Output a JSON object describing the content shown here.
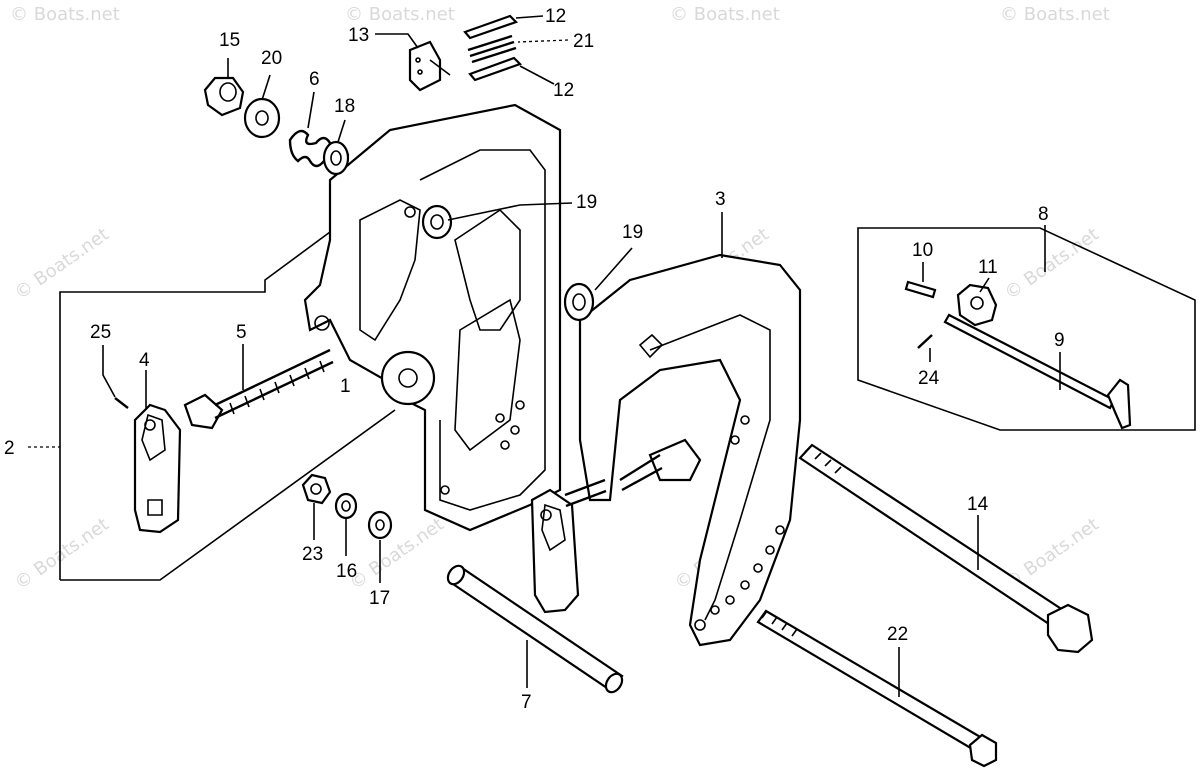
{
  "watermark": "© Boats.net",
  "callouts": [
    {
      "id": "15",
      "label": "15"
    },
    {
      "id": "20",
      "label": "20"
    },
    {
      "id": "6",
      "label": "6"
    },
    {
      "id": "18",
      "label": "18"
    },
    {
      "id": "13",
      "label": "13"
    },
    {
      "id": "12a",
      "label": "12"
    },
    {
      "id": "21",
      "label": "21"
    },
    {
      "id": "12b",
      "label": "12"
    },
    {
      "id": "19a",
      "label": "19"
    },
    {
      "id": "19b",
      "label": "19"
    },
    {
      "id": "3",
      "label": "3"
    },
    {
      "id": "8",
      "label": "8"
    },
    {
      "id": "10",
      "label": "10"
    },
    {
      "id": "11",
      "label": "11"
    },
    {
      "id": "9",
      "label": "9"
    },
    {
      "id": "24",
      "label": "24"
    },
    {
      "id": "25",
      "label": "25"
    },
    {
      "id": "4",
      "label": "4"
    },
    {
      "id": "5",
      "label": "5"
    },
    {
      "id": "1",
      "label": "1"
    },
    {
      "id": "2",
      "label": "2"
    },
    {
      "id": "23",
      "label": "23"
    },
    {
      "id": "16",
      "label": "16"
    },
    {
      "id": "17",
      "label": "17"
    },
    {
      "id": "14",
      "label": "14"
    },
    {
      "id": "22",
      "label": "22"
    },
    {
      "id": "7",
      "label": "7"
    }
  ]
}
